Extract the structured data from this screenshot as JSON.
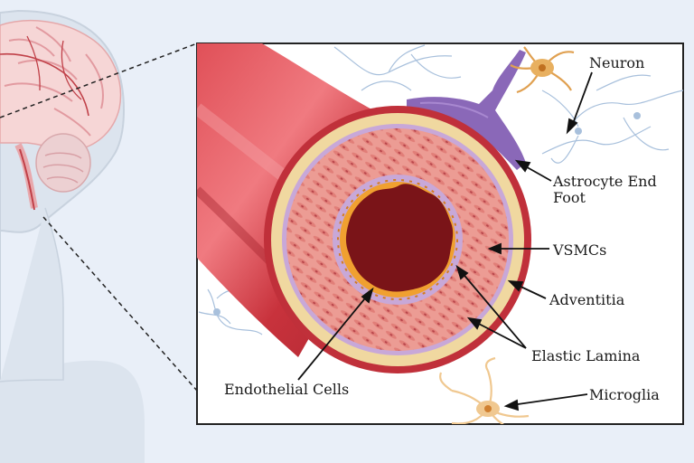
{
  "labels": {
    "neuron": "Neuron",
    "astrocyte_line1": "Astrocyte End",
    "astrocyte_line2": "Foot",
    "vsmcs": "VSMCs",
    "adventitia": "Adventitia",
    "elastic_lamina": "Elastic Lamina",
    "endothelial_cells": "Endothelial Cells",
    "microglia": "Microglia"
  },
  "colors": {
    "background": "#e9eff8",
    "vessel_wall": "#c0303a",
    "vsmc_layer": "#e8918a",
    "adventitia": "#f0d8a0",
    "elastic_lamina": "#c8a8d8",
    "lumen": "#7a1418",
    "endothelium": "#f0a030",
    "astrocyte": "#8a68b8",
    "neuron_body": "#e8b060",
    "glial_lines": "#a8c0dc",
    "microglia": "#f0c890"
  }
}
